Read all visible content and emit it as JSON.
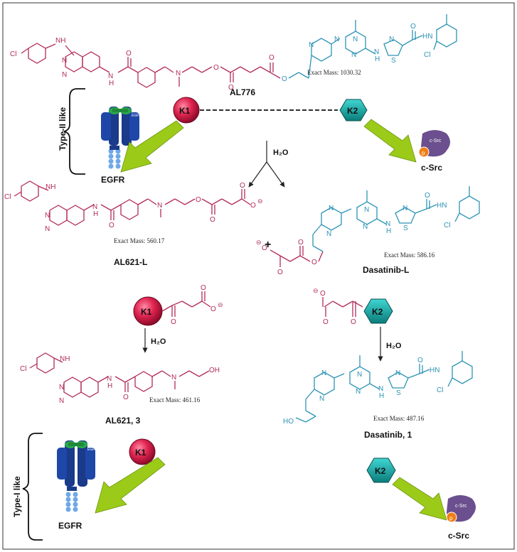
{
  "top_compound": {
    "name": "AL776",
    "mass": "Exact Mass: 1030.32"
  },
  "middle_left": {
    "name": "AL621-L",
    "mass": "Exact Mass: 560.17"
  },
  "middle_right": {
    "name": "Dasatinib-L",
    "mass": "Exact Mass: 586.16"
  },
  "bottom_left": {
    "name": "AL621, 3",
    "mass": "Exact Mass: 461.16"
  },
  "bottom_right": {
    "name": "Dasatinib, 1",
    "mass": "Exact Mass: 487.16"
  },
  "labels": {
    "type2": "Type-II like",
    "type1": "Type-I like",
    "egfr": "EGFR",
    "csrc": "c-Src",
    "csrc_small": "c-Src",
    "p": "p",
    "k1": "K1",
    "k2": "K2",
    "plus": "+",
    "water": "H₂O",
    "egfr_tag": "EGFR"
  },
  "atoms": {
    "cl": "Cl",
    "nh": "NH",
    "n": "N",
    "h": "H",
    "o": "O",
    "s": "S",
    "oh": "OH",
    "ho": "HO",
    "hn": "HN",
    "ominus": "⊖"
  },
  "colors": {
    "al621": "#b22b5a",
    "dasatinib": "#2e93b5",
    "k1": "#d81b47",
    "k2": "#14a3a0",
    "arrow": "#9bcb18",
    "egfr": "#1a3a8a",
    "csrc": "#6b4f8e"
  }
}
